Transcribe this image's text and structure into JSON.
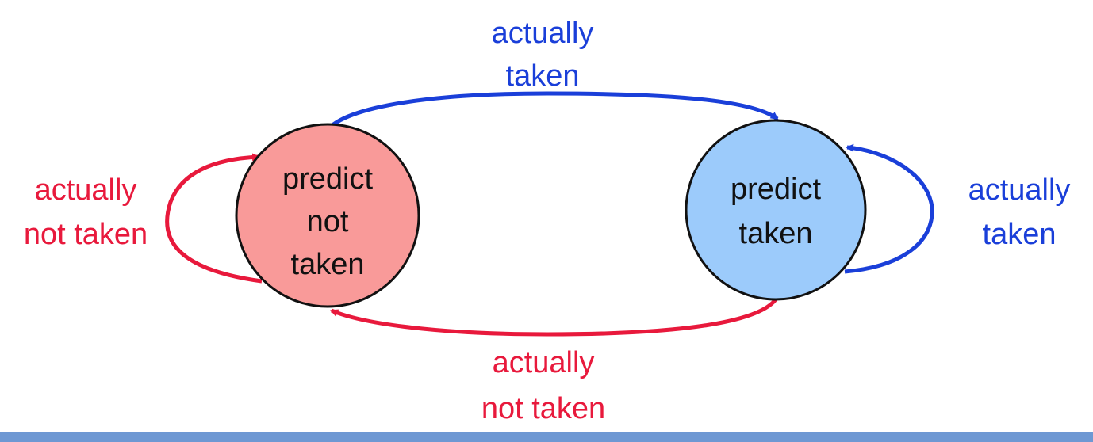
{
  "colors": {
    "taken": "#1a3fd9",
    "not_taken": "#e8193c",
    "state_not_taken_fill": "#f99a99",
    "state_taken_fill": "#9ccbfb",
    "state_stroke": "#111111",
    "bottom_bar": "#6e98d3"
  },
  "states": {
    "not_taken": {
      "lines": [
        "predict",
        "not",
        "taken"
      ]
    },
    "taken": {
      "lines": [
        "predict",
        "taken"
      ]
    }
  },
  "transitions": {
    "not_taken_to_taken": {
      "lines": [
        "actually",
        "taken"
      ]
    },
    "taken_to_not_taken": {
      "lines": [
        "actually",
        "not taken"
      ]
    },
    "self_not_taken": {
      "lines": [
        "actually",
        "not taken"
      ]
    },
    "self_taken": {
      "lines": [
        "actually",
        "taken"
      ]
    }
  }
}
